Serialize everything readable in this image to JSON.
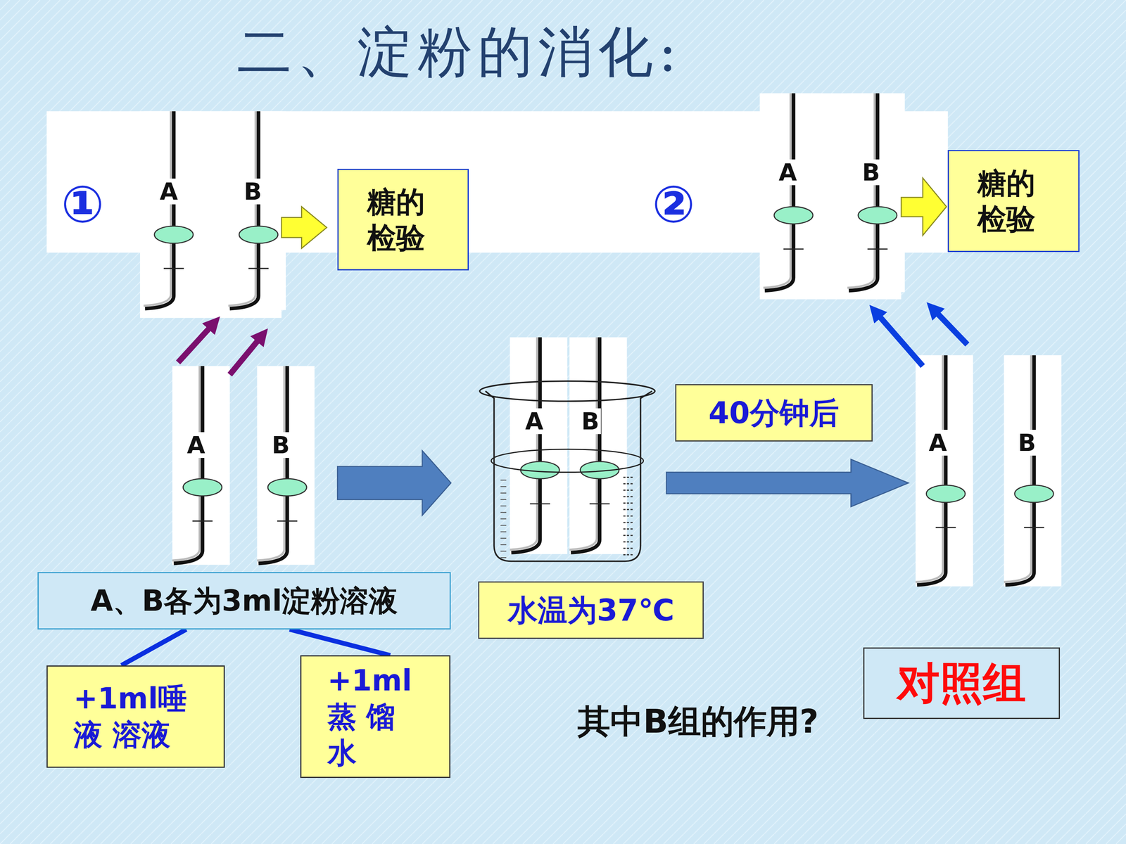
{
  "diagram": {
    "title": "二、淀粉的消化:",
    "nodes": [
      {
        "text": [
          "糖的 检验"
        ]
      },
      {
        "text": [
          "糖的 检验"
        ]
      },
      {
        "text": [
          "40分钟后"
        ]
      },
      {
        "text": [
          "A、B各为3ml淀粉溶液"
        ]
      },
      {
        "text": [
          "水温为37℃"
        ]
      },
      {
        "text": [
          "+1ml唾液 溶液"
        ]
      },
      {
        "text": [
          "+1ml蒸 馏水"
        ]
      },
      {
        "text": [
          "对照组"
        ]
      }
    ],
    "edges": [
      {
        "from": 3,
        "to": 5,
        "arrow": "none"
      },
      {
        "from": 3,
        "to": 6,
        "arrow": "none"
      }
    ],
    "labels": [
      "①",
      "A",
      "B",
      "②",
      "A",
      "B",
      "A",
      "B",
      "A",
      "B",
      "A",
      "B",
      "其中B组的作用?"
    ]
  }
}
